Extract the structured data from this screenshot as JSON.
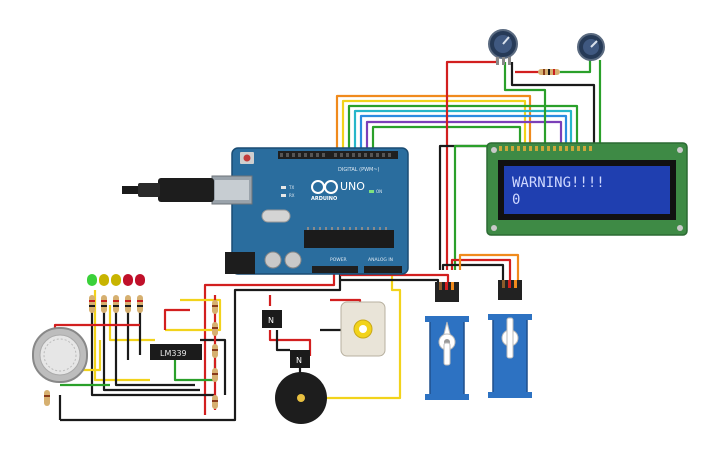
{
  "arduino": {
    "brand": "ARDUINO",
    "model": "UNO",
    "digital_label": "DIGITAL (PWM~)",
    "analog_label": "ANALOG IN",
    "power_label": "POWER",
    "tx_label": "TX",
    "rx_label": "RX",
    "on_label": "ON"
  },
  "lcd": {
    "line1": "WARNING!!!!",
    "line2": "0",
    "backlight_color": "#1f3fb0",
    "text_color": "#cfd8ff"
  },
  "comparator": {
    "label": "LM339"
  },
  "transistors": [
    {
      "label": "N"
    },
    {
      "label": "N"
    }
  ],
  "leds": [
    {
      "color": "#3ad13a"
    },
    {
      "color": "#c8b400"
    },
    {
      "color": "#c8b400"
    },
    {
      "color": "#c0102a"
    },
    {
      "color": "#c0102a"
    }
  ],
  "wire_colors": {
    "red": "#d21f1f",
    "black": "#1a1a1a",
    "yellow": "#f2d31b",
    "green": "#2aa02a",
    "orange": "#f08a1c",
    "blue": "#2b8ce0",
    "purple": "#7b3fb8",
    "cyan": "#26b6c9"
  }
}
